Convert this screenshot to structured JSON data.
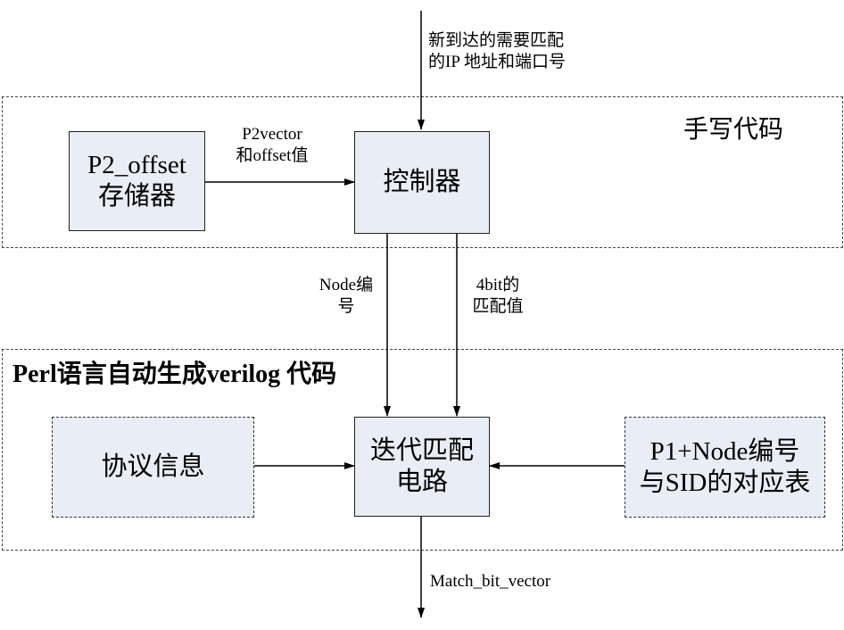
{
  "groups": {
    "handwritten": {
      "title": "手写代码"
    },
    "perl": {
      "title": "Perl语言自动生成verilog 代码"
    }
  },
  "nodes": {
    "p2_offset": {
      "line1": "P2_offset",
      "line2": "存储器"
    },
    "controller": {
      "label": "控制器"
    },
    "protocol": {
      "label": "协议信息"
    },
    "iterative": {
      "line1": "迭代匹配",
      "line2": "电路"
    },
    "p1_table": {
      "line1": "P1+Node编号",
      "line2": "与SID的对应表"
    }
  },
  "edges": {
    "input": {
      "line1": "新到达的需要匹配",
      "line2": "的IP 地址和端口号"
    },
    "p2_to_ctrl": {
      "line1": "P2vector",
      "line2": "和offset值"
    },
    "node_num": {
      "line1": "Node编",
      "line2": "号"
    },
    "match4": {
      "line1": "4bit的",
      "line2": "匹配值"
    },
    "output": {
      "label": "Match_bit_vector"
    }
  },
  "colors": {
    "box_fill": "#e9edf5",
    "border": "#222222"
  }
}
